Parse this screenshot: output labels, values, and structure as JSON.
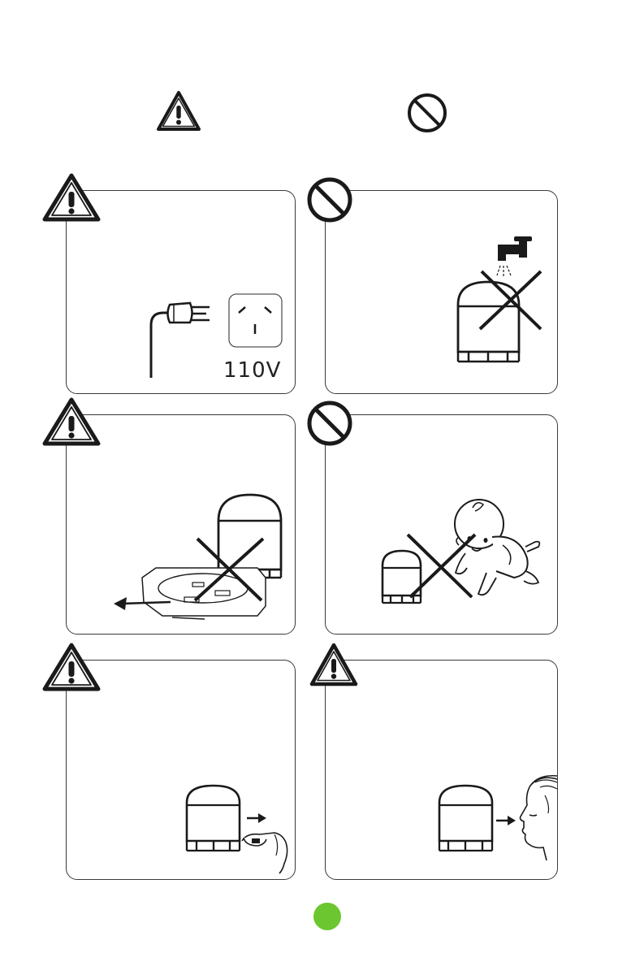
{
  "legend": {
    "warning_icon": "warning-triangle-icon",
    "prohibited_icon": "prohibition-circle-icon"
  },
  "panels": [
    {
      "badge": "warning",
      "illustration": "plug-and-socket",
      "voltage_label": "110V"
    },
    {
      "badge": "prohibited",
      "illustration": "device-under-tap-crossed"
    },
    {
      "badge": "warning",
      "illustration": "base-removed-crossed"
    },
    {
      "badge": "prohibited",
      "illustration": "child-near-device-crossed"
    },
    {
      "badge": "warning",
      "illustration": "device-to-hand"
    },
    {
      "badge": "warning",
      "illustration": "device-to-face"
    }
  ],
  "colors": {
    "ink": "#1a1a1a",
    "page_marker": "#6cc62f"
  }
}
